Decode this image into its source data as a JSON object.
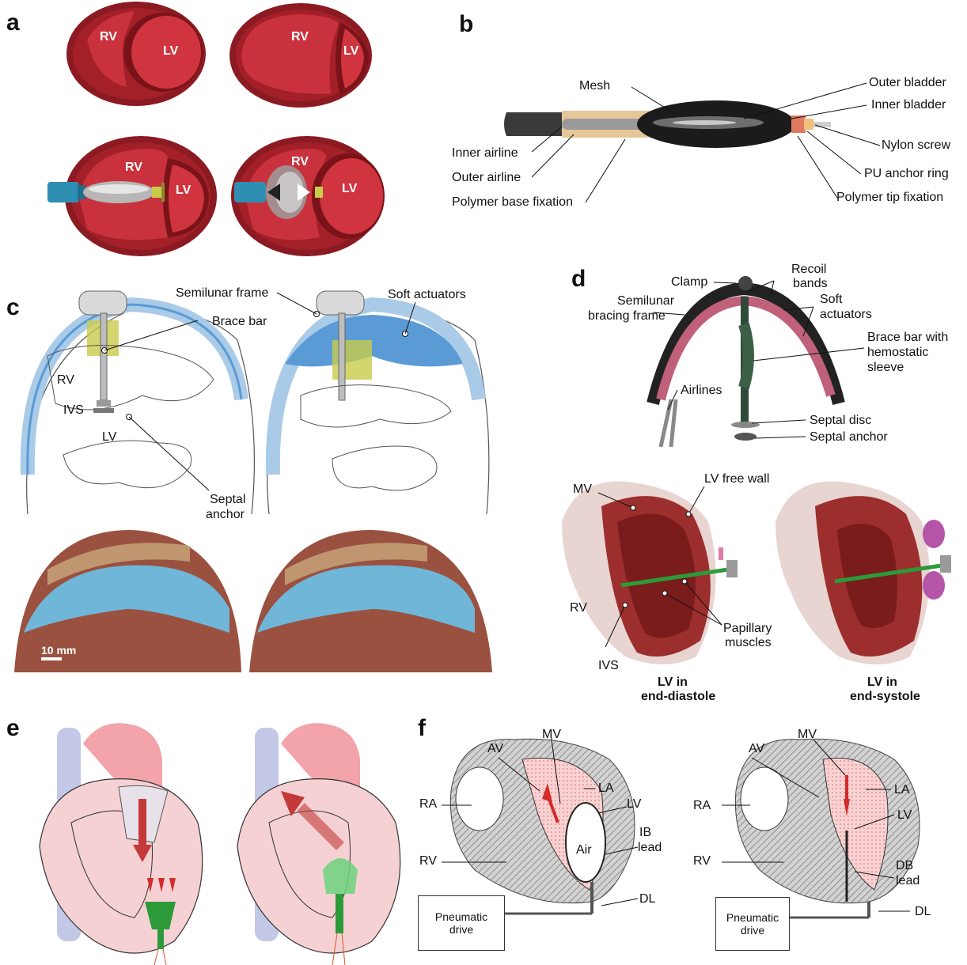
{
  "panels": {
    "a": {
      "label": "a",
      "views": [
        {
          "rv": "RV",
          "lv": "LV"
        },
        {
          "rv": "RV",
          "lv": "LV"
        },
        {
          "rv": "RV",
          "lv": "LV"
        },
        {
          "rv": "RV",
          "lv": "LV"
        }
      ]
    },
    "b": {
      "label": "b",
      "callouts": {
        "mesh": "Mesh",
        "outer_bladder": "Outer bladder",
        "inner_bladder": "Inner bladder",
        "nylon_screw": "Nylon screw",
        "pu_anchor_ring": "PU anchor ring",
        "polymer_tip_fixation": "Polymer tip fixation",
        "inner_airline": "Inner airline",
        "outer_airline": "Outer airline",
        "polymer_base_fixation": "Polymer base fixation"
      }
    },
    "c": {
      "label": "c",
      "callouts": {
        "semilunar_frame": "Semilunar frame",
        "soft_actuators": "Soft actuators",
        "brace_bar": "Brace bar",
        "rv": "RV",
        "ivs": "IVS",
        "lv": "LV",
        "septal_anchor_1": "Septal",
        "septal_anchor_2": "anchor",
        "scale_bar": "10 mm"
      }
    },
    "d": {
      "label": "d",
      "callouts": {
        "clamp": "Clamp",
        "recoil_bands_1": "Recoil",
        "recoil_bands_2": "bands",
        "semilunar_1": "Semilunar",
        "semilunar_2": "bracing frame",
        "soft_actuators_1": "Soft",
        "soft_actuators_2": "actuators",
        "brace_bar_1": "Brace bar with",
        "brace_bar_2": "hemostatic",
        "brace_bar_3": "sleeve",
        "airlines": "Airlines",
        "septal_disc": "Septal disc",
        "septal_anchor": "Septal anchor",
        "mv": "MV",
        "lv_free_wall": "LV free wall",
        "rv": "RV",
        "papillary_1": "Papillary",
        "papillary_2": "muscles",
        "ivs": "IVS",
        "caption_left_1": "LV in",
        "caption_left_2": "end-diastole",
        "caption_right_1": "LV in",
        "caption_right_2": "end-systole"
      }
    },
    "e": {
      "label": "e"
    },
    "f": {
      "label": "f",
      "left": {
        "av": "AV",
        "mv": "MV",
        "la": "LA",
        "lv": "LV",
        "ra": "RA",
        "rv": "RV",
        "air": "Air",
        "lead_1": "IB",
        "lead_2": "lead",
        "dl": "DL",
        "drive_1": "Pneumatic",
        "drive_2": "drive"
      },
      "right": {
        "av": "AV",
        "mv": "MV",
        "la": "LA",
        "lv": "LV",
        "ra": "RA",
        "rv": "RV",
        "lead_1": "DB",
        "lead_2": "lead",
        "dl": "DL",
        "drive_1": "Pneumatic",
        "drive_2": "drive"
      }
    }
  },
  "colors": {
    "myocardium": "#8b1a22",
    "chamber": "#c9323c",
    "actuator_blue": "#5b9bd5",
    "frame_light_blue": "#a9cbe8",
    "brace_yellow": "#c8cc4a",
    "cannula_teal": "#2f8fb3",
    "device_green": "#2d9a3a",
    "hatch_gray": "#9a9a9a",
    "blood_pink": "#f4c6c6",
    "arrow_red": "#d42a2a"
  }
}
